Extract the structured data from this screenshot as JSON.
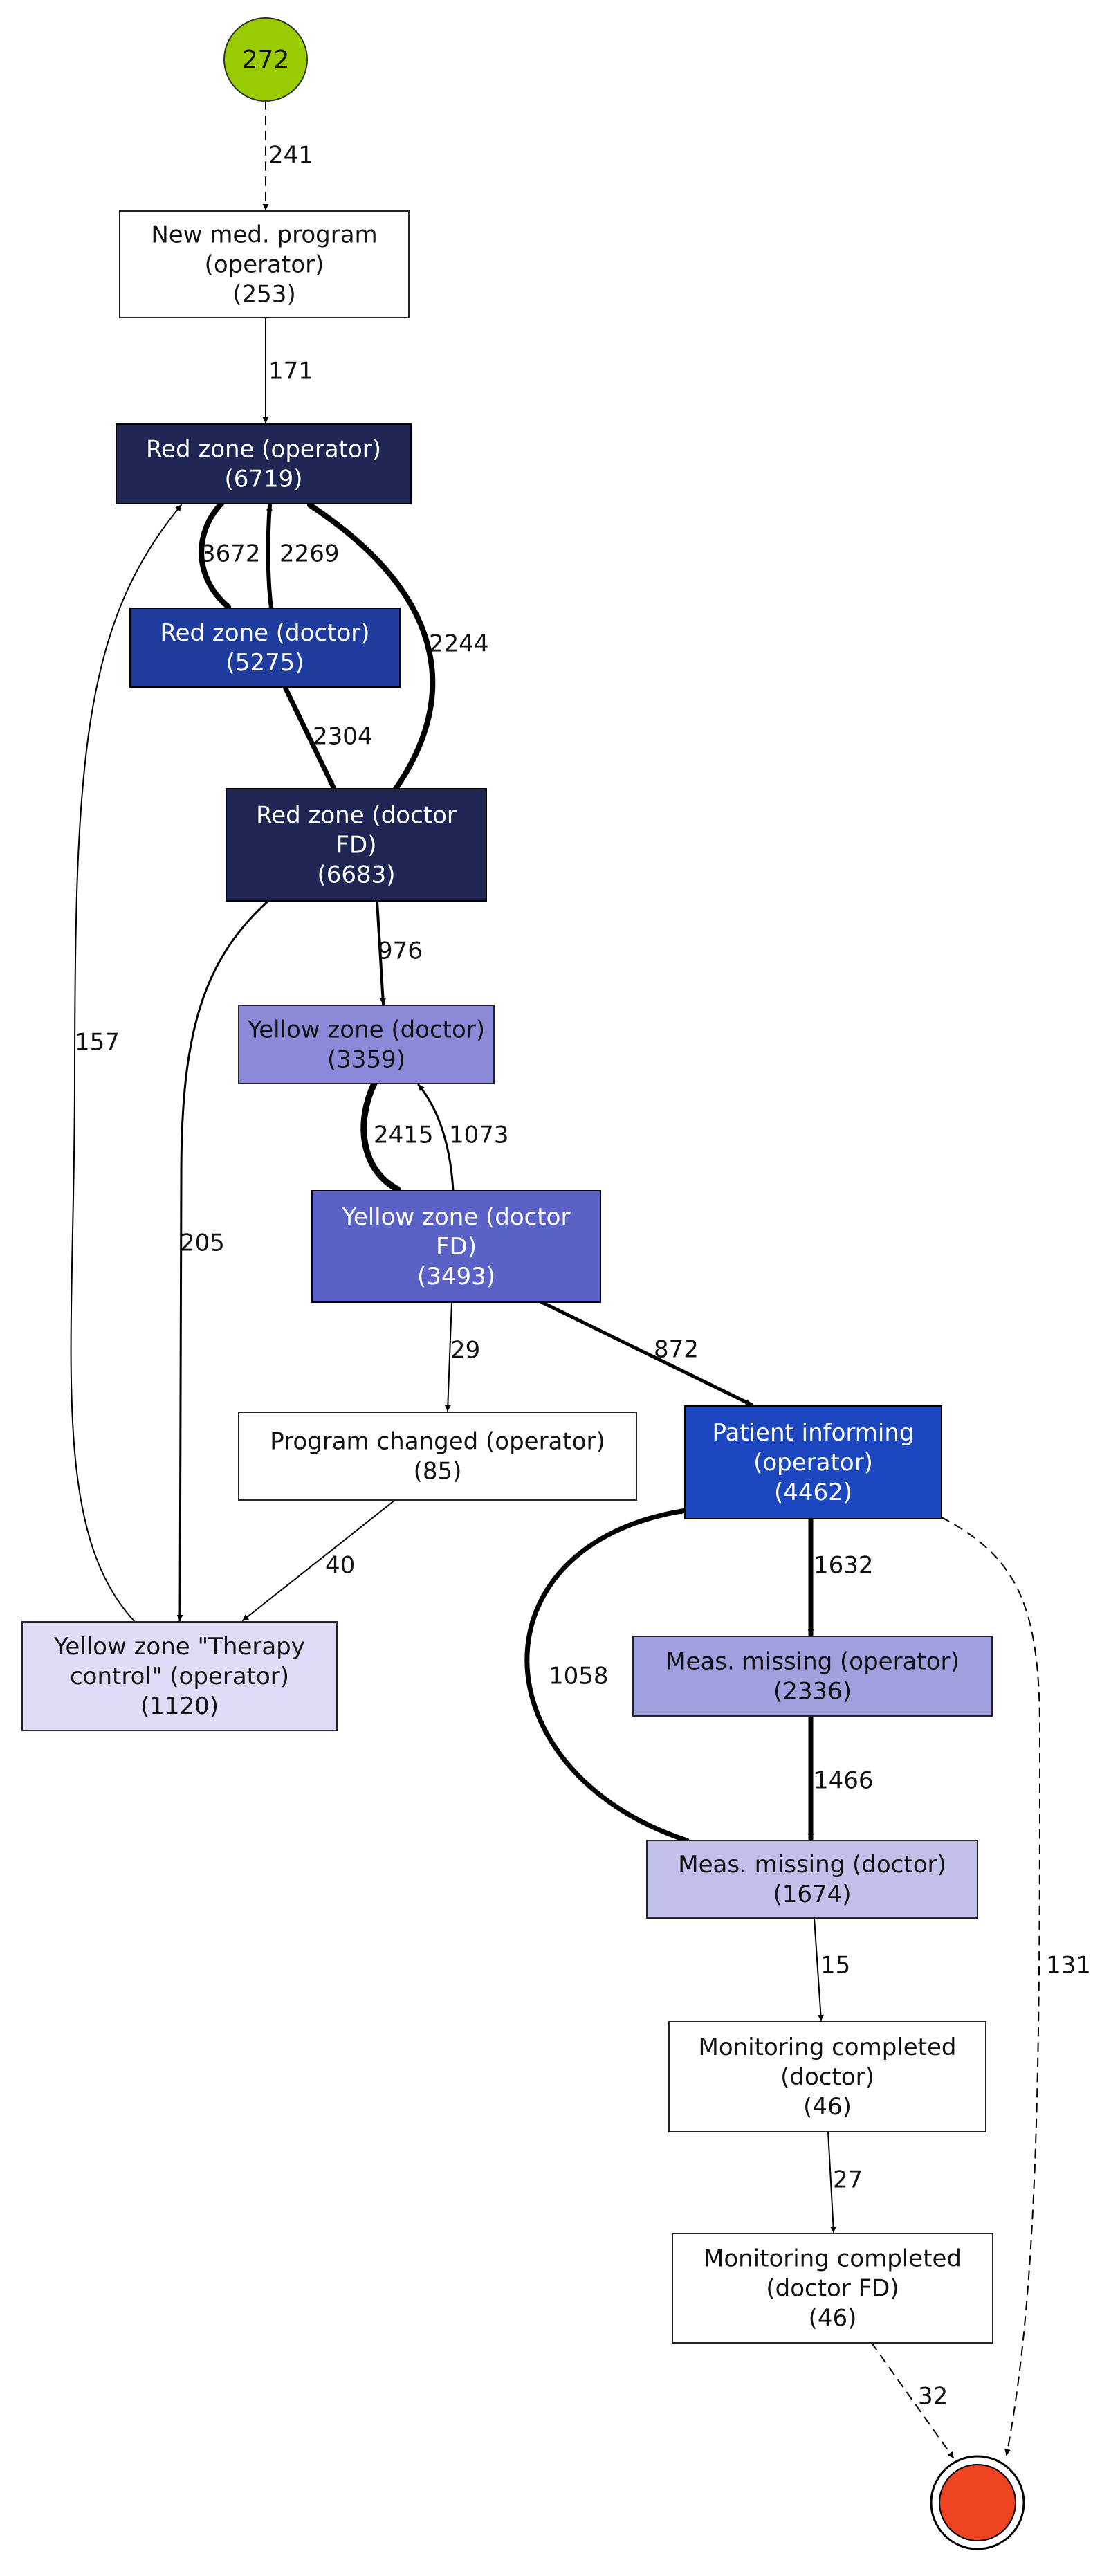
{
  "start_node": {
    "label": "272",
    "color": "#99cc00"
  },
  "end_node": {
    "color": "#ee4422"
  },
  "colors": {
    "white": "#ffffff",
    "navy": "#1e2654",
    "blue": "#1f3d9e",
    "royal": "#1c47bf",
    "med": "#5a63c5",
    "lav": "#8a8ad8",
    "lav2": "#a0a0de",
    "lav3": "#c0c0ea",
    "pale": "#dedcf6"
  },
  "nodes": [
    {
      "id": "new_med",
      "lines": [
        "New med. program",
        "(operator)",
        "(253)"
      ],
      "color_key": "white"
    },
    {
      "id": "red_op",
      "lines": [
        "Red zone (operator)",
        "(6719)"
      ],
      "color_key": "navy"
    },
    {
      "id": "red_doc",
      "lines": [
        "Red zone (doctor)",
        "(5275)"
      ],
      "color_key": "blue"
    },
    {
      "id": "red_fd",
      "lines": [
        "Red zone (doctor",
        "FD)",
        "(6683)"
      ],
      "color_key": "navy"
    },
    {
      "id": "yel_doc",
      "lines": [
        "Yellow zone (doctor)",
        "(3359)"
      ],
      "color_key": "lav"
    },
    {
      "id": "yel_fd",
      "lines": [
        "Yellow zone (doctor",
        "FD)",
        "(3493)"
      ],
      "color_key": "med"
    },
    {
      "id": "prog_changed",
      "lines": [
        "Program changed (operator)",
        "(85)"
      ],
      "color_key": "white"
    },
    {
      "id": "patient_inf",
      "lines": [
        "Patient informing",
        "(operator)",
        "(4462)"
      ],
      "color_key": "royal"
    },
    {
      "id": "yel_therapy",
      "lines": [
        "Yellow zone \"Therapy",
        "control\" (operator)",
        "(1120)"
      ],
      "color_key": "pale"
    },
    {
      "id": "meas_op",
      "lines": [
        "Meas. missing (operator)",
        "(2336)"
      ],
      "color_key": "lav2"
    },
    {
      "id": "meas_doc",
      "lines": [
        "Meas. missing (doctor)",
        "(1674)"
      ],
      "color_key": "lav3"
    },
    {
      "id": "mon_doc",
      "lines": [
        "Monitoring completed",
        "(doctor)",
        "(46)"
      ],
      "color_key": "white"
    },
    {
      "id": "mon_fd",
      "lines": [
        "Monitoring completed",
        "(doctor FD)",
        "(46)"
      ],
      "color_key": "white"
    }
  ],
  "edges": [
    {
      "id": "start-new_med",
      "label": "241"
    },
    {
      "id": "new_med-red_op",
      "label": "171"
    },
    {
      "id": "red_op-red_doc",
      "label": "3672"
    },
    {
      "id": "red_doc-red_op",
      "label": "2269"
    },
    {
      "id": "red_fd-red_op",
      "label": "2244"
    },
    {
      "id": "red_doc-red_fd",
      "label": "2304"
    },
    {
      "id": "yel_therapy-red_op",
      "label": "157"
    },
    {
      "id": "red_fd-yel_doc",
      "label": "976"
    },
    {
      "id": "red_fd-yel_therapy",
      "label": "205"
    },
    {
      "id": "yel_doc-yel_fd",
      "label": "2415"
    },
    {
      "id": "yel_fd-yel_doc",
      "label": "1073"
    },
    {
      "id": "yel_fd-prog_changed",
      "label": "29"
    },
    {
      "id": "yel_fd-patient_inf",
      "label": "872"
    },
    {
      "id": "prog_changed-yel_therapy",
      "label": "40"
    },
    {
      "id": "patient_inf-meas_op",
      "label": "1632"
    },
    {
      "id": "meas_doc-patient_inf",
      "label": "1058"
    },
    {
      "id": "meas_op-meas_doc",
      "label": "1466"
    },
    {
      "id": "patient_inf-end",
      "label": "131"
    },
    {
      "id": "meas_doc-mon_doc",
      "label": "15"
    },
    {
      "id": "mon_doc-mon_fd",
      "label": "27"
    },
    {
      "id": "mon_fd-end",
      "label": "32"
    }
  ]
}
